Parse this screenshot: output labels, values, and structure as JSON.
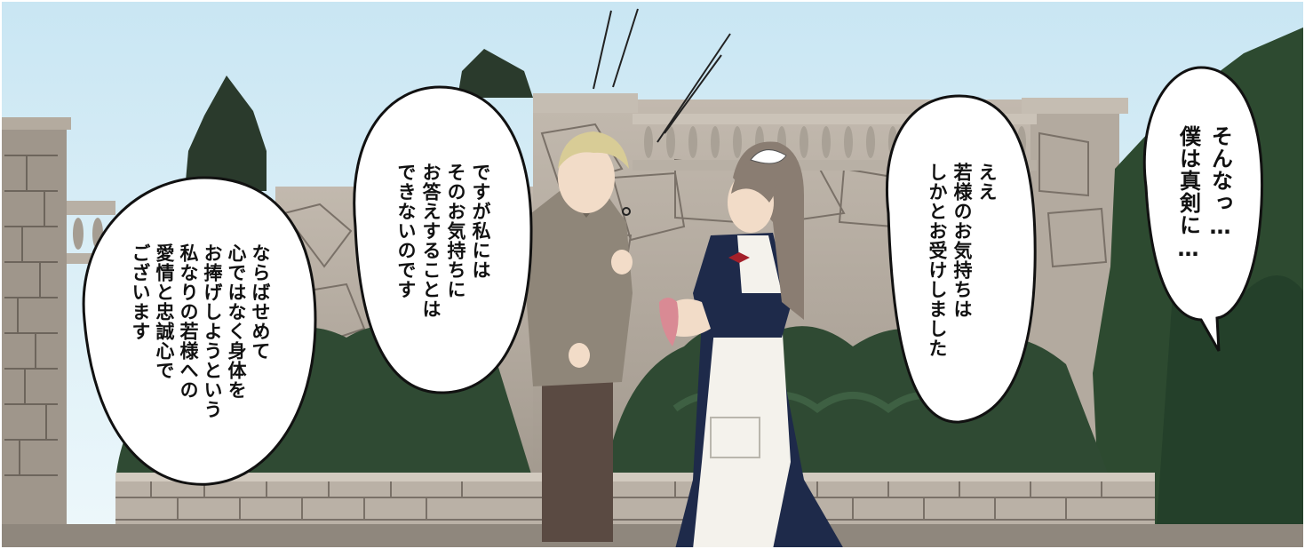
{
  "colors": {
    "sky": "#d4ecf6",
    "stone_wall": "#b6ada2",
    "hedge": "#2f4a33",
    "maid_dress": "#1e2a4a",
    "apron": "#f4f2ec",
    "boy_sweater": "#8f8679",
    "hair_blonde": "#d8cc96",
    "hair_brown": "#8a7d72"
  },
  "dialogue": [
    {
      "speaker": "maid",
      "text": "ならばせめて\n心ではなく身体を\nお捧げしようという\n私なりの若様への\n愛情と忠誠心で\nございます"
    },
    {
      "speaker": "maid",
      "text": "ですが私には\nそのお気持ちに\nお答えすることは\nできないのです"
    },
    {
      "speaker": "maid",
      "text": "ええ\n若様のお気持ちは\nしかとお受けしました"
    },
    {
      "speaker": "young-master",
      "text": "そんなっ…\n僕は真剣に…"
    }
  ]
}
